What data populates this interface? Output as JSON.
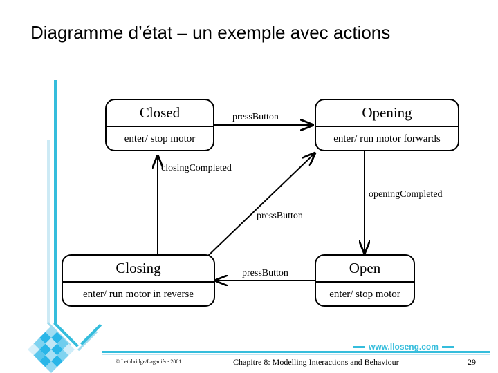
{
  "slide": {
    "title": "Diagramme d’état – un exemple avec actions",
    "accent_color": "#35BDDC",
    "pale_accent_color": "#BFE6F3",
    "background_color": "#FFFFFF",
    "line_color": "#000000"
  },
  "diagram": {
    "type": "uml-state-machine",
    "states": [
      {
        "id": "closed",
        "name": "Closed",
        "action": "enter/ stop motor"
      },
      {
        "id": "opening",
        "name": "Opening",
        "action": "enter/ run motor forwards"
      },
      {
        "id": "closing",
        "name": "Closing",
        "action": "enter/ run motor in reverse"
      },
      {
        "id": "open",
        "name": "Open",
        "action": "enter/ stop motor"
      }
    ],
    "transitions": [
      {
        "id": "t1",
        "from": "closed",
        "to": "opening",
        "label": "pressButton",
        "direction": "right"
      },
      {
        "id": "t2",
        "from": "closing",
        "to": "closed",
        "label": "closingCompleted",
        "direction": "up"
      },
      {
        "id": "t3",
        "from": "closing",
        "to": "opening",
        "label": "pressButton",
        "direction": "diagonal-up-right"
      },
      {
        "id": "t4",
        "from": "opening",
        "to": "open",
        "label": "openingCompleted",
        "direction": "down"
      },
      {
        "id": "t5",
        "from": "open",
        "to": "closing",
        "label": "pressButton",
        "direction": "left"
      }
    ]
  },
  "branding": {
    "website": "www.lloseng.com"
  },
  "footer": {
    "copyright": "© Lethbridge/Laganière 2001",
    "chapter": "Chapitre 8: Modelling Interactions and Behaviour",
    "page_number": "29"
  }
}
